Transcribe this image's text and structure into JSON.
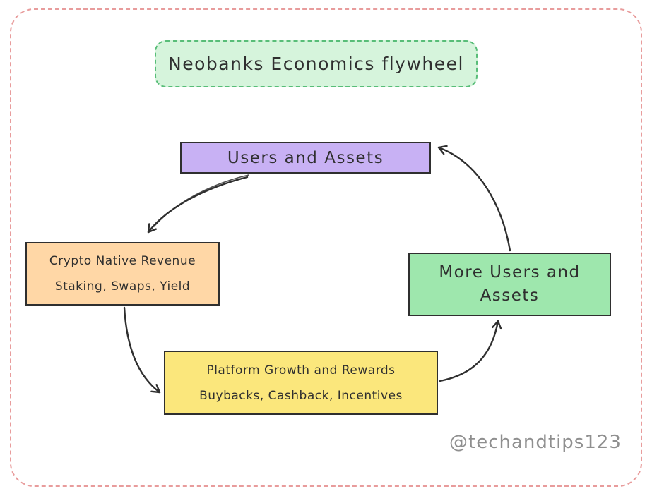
{
  "page": {
    "outer_border_color": "#e89c9c",
    "background": "#ffffff",
    "stroke_color": "#2f2f2f"
  },
  "title": {
    "text": "Neobanks Economics flywheel",
    "fill": "#d6f4dc",
    "border": "#58bd78"
  },
  "nodes": {
    "users_and_assets": {
      "label": "Users and Assets",
      "fill": "#c8b1f4",
      "border": "#2f2f2f"
    },
    "crypto_native_revenue": {
      "title": "Crypto Native Revenue",
      "subtitle": "Staking, Swaps, Yield",
      "fill": "#ffd7a6",
      "border": "#2f2f2f"
    },
    "platform_growth": {
      "title": "Platform Growth and Rewards",
      "subtitle": "Buybacks, Cashback, Incentives",
      "fill": "#fbe77c",
      "border": "#2f2f2f"
    },
    "more_users_and_assets": {
      "label": "More Users and Assets",
      "fill": "#9ee7ad",
      "border": "#2f2f2f"
    }
  },
  "arrows": [
    {
      "from": "users_and_assets",
      "to": "crypto_native_revenue"
    },
    {
      "from": "crypto_native_revenue",
      "to": "platform_growth"
    },
    {
      "from": "platform_growth",
      "to": "more_users_and_assets"
    },
    {
      "from": "more_users_and_assets",
      "to": "users_and_assets"
    }
  ],
  "watermark": {
    "text": "@techandtips123",
    "color": "#8f8f8f"
  }
}
